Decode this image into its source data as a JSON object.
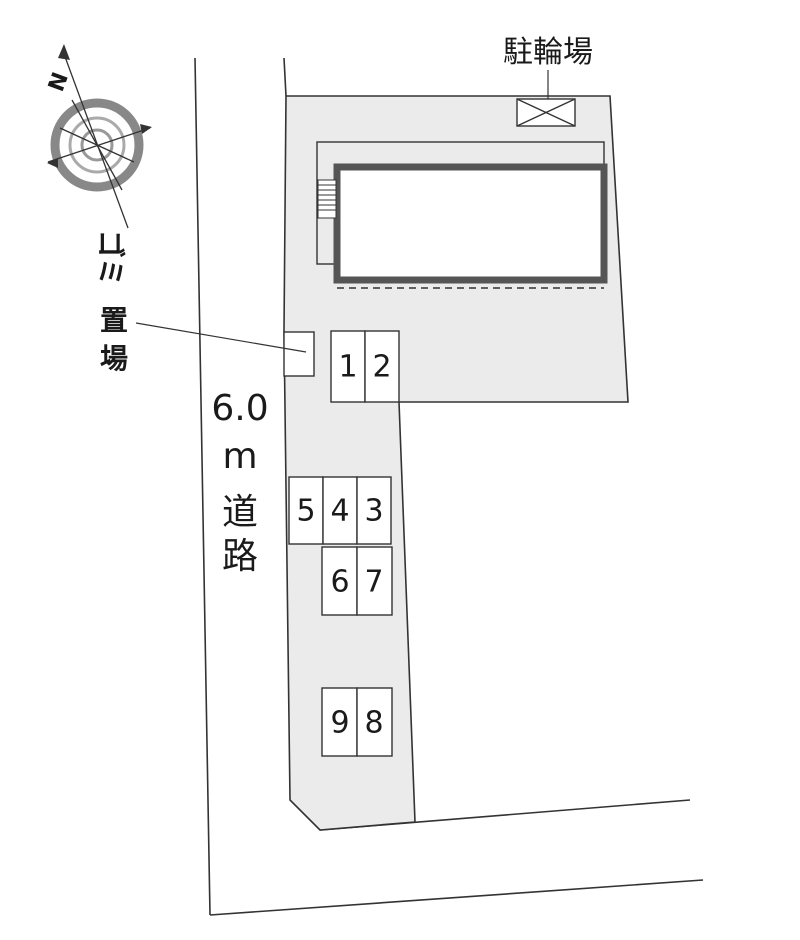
{
  "labels": {
    "bicycle_parking": "駐輪場",
    "garbage_area_line1": "ゴミ",
    "garbage_area_line2": "置",
    "garbage_area_line3": "場",
    "road_width": "6.0",
    "road_unit": "m",
    "road_word_1": "道",
    "road_word_2": "路",
    "north_letter": "N"
  },
  "parking_slots": [
    "1",
    "2",
    "5",
    "4",
    "3",
    "6",
    "7",
    "9",
    "8"
  ],
  "icons": {
    "compass": "compass-rose-icon",
    "bicycle": "bicycle-rack-icon",
    "stairs": "stairs-icon"
  },
  "colors": {
    "lot_fill": "#ebebeb",
    "building_border": "#555555",
    "line": "#333333"
  }
}
